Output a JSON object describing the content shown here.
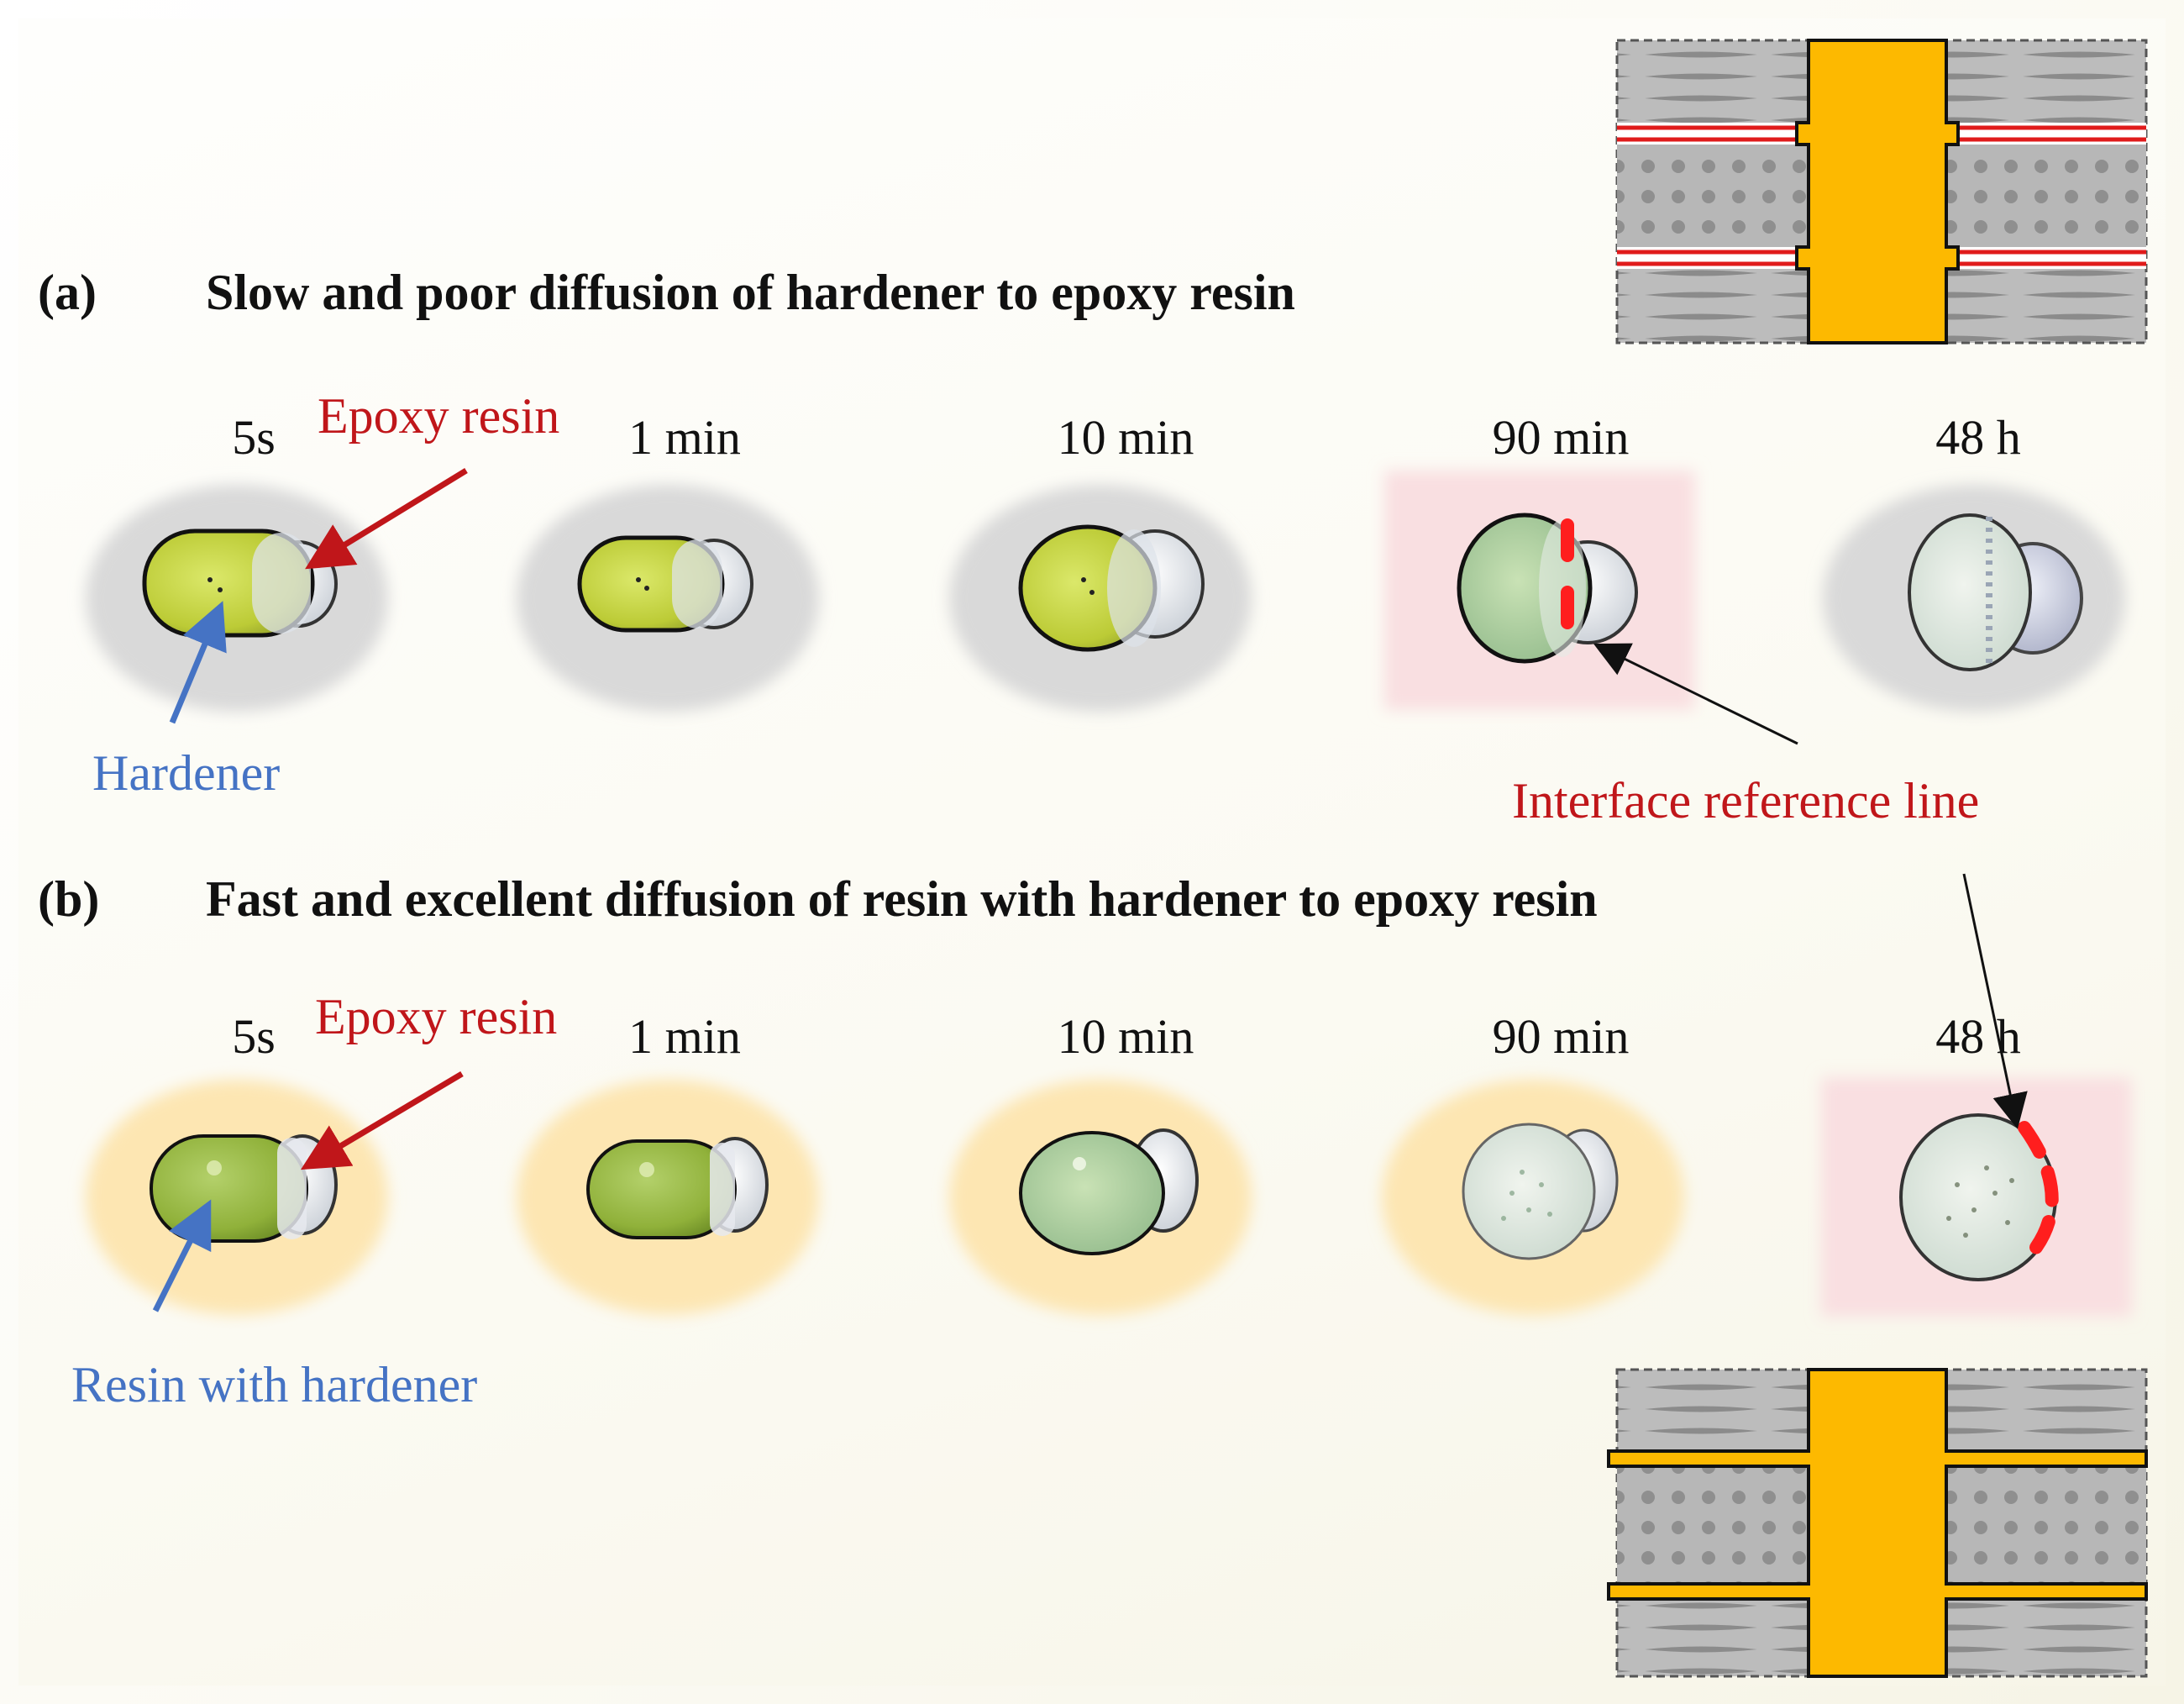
{
  "panel_a": {
    "label": "(a)",
    "title": "Slow and poor diffusion of hardener to epoxy resin",
    "times": [
      "5s",
      "1 min",
      "10 min",
      "90 min",
      "48 h"
    ],
    "epoxy_label": "Epoxy resin",
    "hardener_label": "Hardener"
  },
  "interface_label": "Interface reference line",
  "panel_b": {
    "label": "(b)",
    "title": "Fast and excellent diffusion of resin with hardener to epoxy resin",
    "times": [
      "5s",
      "1 min",
      "10 min",
      "90 min",
      "48 h"
    ],
    "epoxy_label": "Epoxy resin",
    "resin_hardener_label": "Resin with hardener"
  },
  "colors": {
    "accent_red": "#c0161a",
    "accent_blue": "#4573c4",
    "via_copper": "#fdb900",
    "halo_gray": "#dcdcdc",
    "halo_yellow": "#fde7b3",
    "halo_pink": "#fbe0e2"
  }
}
